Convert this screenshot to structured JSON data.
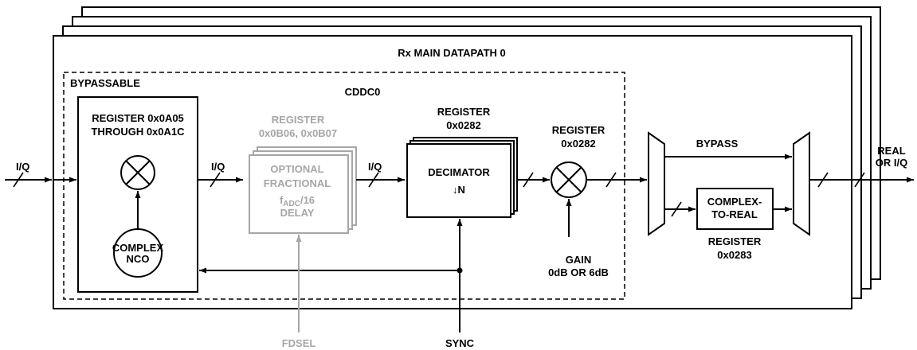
{
  "main_title": "Rx MAIN DATAPATH 0",
  "cddc_title": "CDDC0",
  "bypassable": "BYPASSABLE",
  "nco_register_line1": "REGISTER 0x0A05",
  "nco_register_line2": "THROUGH 0x0A1C",
  "nco_label_line1": "COMPLEX",
  "nco_label_line2": "NCO",
  "input_label": "I/Q",
  "iq_label_1": "I/Q",
  "iq_label_2": "I/Q",
  "delay_register_line1": "REGISTER",
  "delay_register_line2": "0x0B06, 0x0B07",
  "delay_line1": "OPTIONAL",
  "delay_line2": "FRACTIONAL",
  "delay_f": "f",
  "delay_sub": "ADC",
  "delay_div": "/16",
  "delay_line4": "DELAY",
  "decimator_register_line1": "REGISTER",
  "decimator_register_line2": "0x0282",
  "decimator_label": "DECIMATOR",
  "decimator_n": "↓N",
  "gain_register_line1": "REGISTER",
  "gain_register_line2": "0x0282",
  "gain_line1": "GAIN",
  "gain_line2": "0dB OR 6dB",
  "bypass_label": "BYPASS",
  "c2r_line1": "COMPLEX-",
  "c2r_line2": "TO-REAL",
  "c2r_register_line1": "REGISTER",
  "c2r_register_line2": "0x0283",
  "output_line1": "REAL",
  "output_line2": "OR I/Q",
  "fdsel_label": "FDSEL",
  "sync_label": "SYNC",
  "colors": {
    "line": "#000000",
    "disabled": "#a6a6a6",
    "background": "#ffffff"
  }
}
